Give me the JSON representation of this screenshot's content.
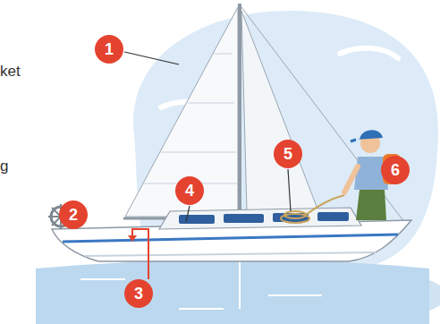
{
  "diagram": {
    "nodes": [
      {
        "text": [
          "1"
        ]
      },
      {
        "text": [
          "2"
        ]
      },
      {
        "text": [
          "3"
        ]
      },
      {
        "text": [
          "4"
        ]
      },
      {
        "text": [
          "5"
        ]
      },
      {
        "text": [
          "6"
        ]
      }
    ],
    "labels": [
      "ket",
      "g"
    ]
  }
}
